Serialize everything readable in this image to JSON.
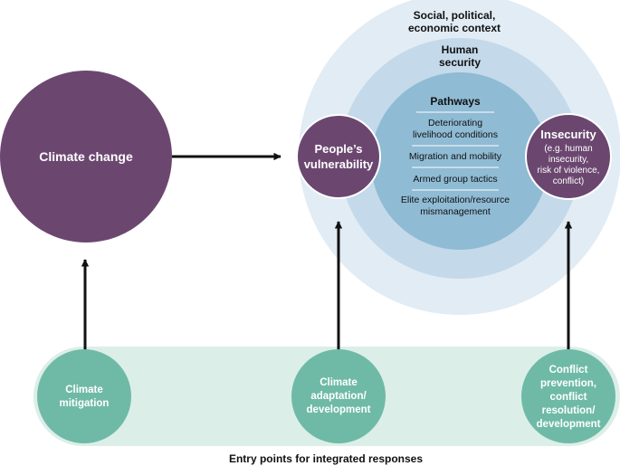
{
  "context": {
    "line1": "Social, political,",
    "line2": "economic context"
  },
  "human_security": {
    "line1": "Human",
    "line2": "security"
  },
  "pathways": {
    "title": "Pathways",
    "items": [
      {
        "line1": "Deteriorating",
        "line2": "livelihood conditions"
      },
      {
        "line1": "Migration and mobility",
        "line2": ""
      },
      {
        "line1": "Armed group tactics",
        "line2": ""
      },
      {
        "line1": "Elite exploitation/resource",
        "line2": "mismanagement"
      }
    ]
  },
  "climate_change": {
    "label": "Climate change"
  },
  "vulnerability": {
    "line1": "People’s",
    "line2": "vulnerability"
  },
  "insecurity": {
    "title": "Insecurity",
    "line1": "(e.g. human",
    "line2": "insecurity,",
    "line3": "risk of violence,",
    "line4": "conflict)"
  },
  "entry_points": {
    "mitigation": {
      "line1": "Climate",
      "line2": "mitigation"
    },
    "adaptation": {
      "line1": "Climate",
      "line2": "adaptation/",
      "line3": "development"
    },
    "conflict": {
      "line1": "Conflict",
      "line2": "prevention,",
      "line3": "conflict",
      "line4": "resolution/",
      "line5": "development"
    },
    "caption": "Entry points for integrated responses"
  },
  "colors": {
    "purple": "#6b4770",
    "teal": "#6fbaa6",
    "band": "#dceee8",
    "ring_outer": "#e1ecf5",
    "ring_mid": "#c4d9e9",
    "ring_inner": "#8fbbd4",
    "arrow": "#111111"
  }
}
